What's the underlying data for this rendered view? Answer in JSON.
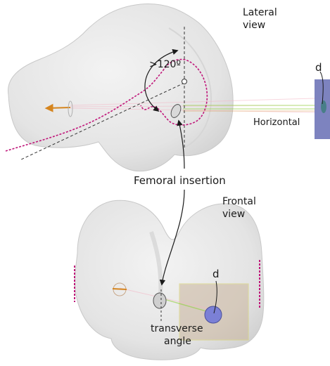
{
  "labels": {
    "lateral_view_line1": "Lateral",
    "lateral_view_line2": "view",
    "angle": ">120º",
    "d_top": "d",
    "horizontal": "Horizontal",
    "femoral_insertion": "Femoral insertion",
    "frontal_view_line1": "Frontal",
    "frontal_view_line2": "view",
    "d_bottom": "d",
    "transverse_line1": "transverse",
    "transverse_line2": "angle"
  },
  "colors": {
    "bone_fill": "#e7e7e7",
    "bone_stroke": "#c8c8c8",
    "contour_magenta": "#c0177a",
    "plane_blue": "#6f75b8",
    "plane_tan": "#c9b49c",
    "disc_blue": "#7b80d6",
    "arrow_orange": "#d5851f",
    "guide_green": "#8fcf3a"
  }
}
